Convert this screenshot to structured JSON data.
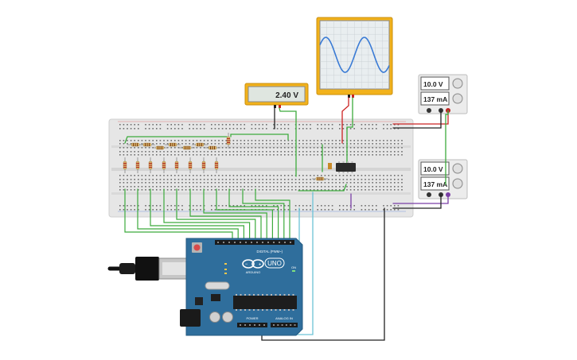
{
  "multimeter": {
    "reading": "2.40 V"
  },
  "power_supply_top": {
    "voltage": "10.0 V",
    "current": "137 mA"
  },
  "power_supply_bottom": {
    "voltage": "10.0 V",
    "current": "137 mA"
  },
  "oscilloscope": {
    "trace": "sine"
  },
  "ic_chip": {
    "label": ""
  },
  "arduino": {
    "logo": "UNO",
    "brand": "ARDUINO",
    "digital_header": "DIGITAL (PWM~)",
    "power_header": "POWER",
    "analog_header": "ANALOG IN",
    "on_label": "ON"
  },
  "colors": {
    "breadboard": "#e6e6e6",
    "arduino_board": "#2f6e9c",
    "wire_green": "#3cab3c",
    "wire_red": "#cc2222",
    "wire_purple": "#7a3fa6",
    "wire_black": "#222222",
    "wire_cyan": "#6cc3d6",
    "scope_frame": "#f2b21b",
    "meter_frame": "#f2b21b"
  }
}
